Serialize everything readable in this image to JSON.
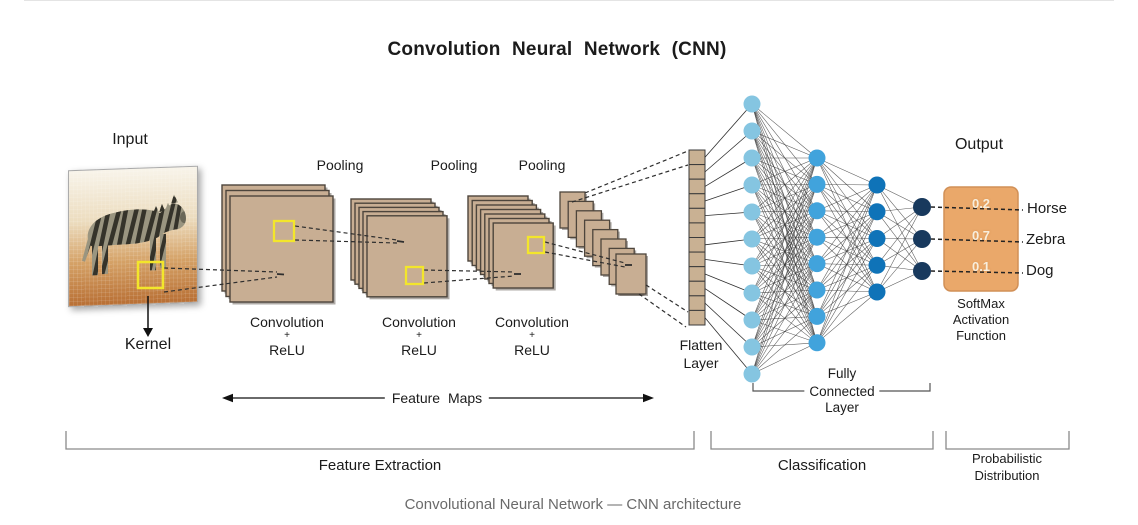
{
  "title": "Convolution Neural Network (CNN)",
  "caption": "Convolutional Neural Network — CNN architecture",
  "input": {
    "label": "Input",
    "kernel_label": "Kernel"
  },
  "feature_extraction": {
    "pooling": [
      "Pooling",
      "Pooling",
      "Pooling"
    ],
    "conv_relu": [
      {
        "l1": "Convolution",
        "plus": "+",
        "l2": "ReLU"
      },
      {
        "l1": "Convolution",
        "plus": "+",
        "l2": "ReLU"
      },
      {
        "l1": "Convolution",
        "plus": "+",
        "l2": "ReLU"
      }
    ],
    "feature_maps_label": "Feature Maps",
    "conv_stacks_sheets": [
      3,
      5,
      7
    ],
    "pooled_maps": 9
  },
  "flatten": {
    "label_line1": "Flatten",
    "label_line2": "Layer",
    "cells": 12
  },
  "network": {
    "layers": [
      {
        "name": "hidden-layer-1",
        "nodes": 11,
        "color": "#85c5e1"
      },
      {
        "name": "hidden-layer-2",
        "nodes": 8,
        "color": "#41a3dc"
      },
      {
        "name": "hidden-layer-3",
        "nodes": 5,
        "color": "#0f73b8"
      },
      {
        "name": "output-layer",
        "nodes": 3,
        "color": "#18395d"
      }
    ],
    "fully_connected_label": [
      "Fully",
      "Connected",
      "Layer"
    ]
  },
  "output": {
    "label": "Output",
    "softmax_label": [
      "SoftMax",
      "Activation",
      "Function"
    ],
    "box_color": "#eaa86a",
    "classes": [
      {
        "prob": "0.2",
        "label": "Horse"
      },
      {
        "prob": "0.7",
        "label": "Zebra"
      },
      {
        "prob": "0.1",
        "label": "Dog"
      }
    ]
  },
  "brackets": {
    "feature_extraction": "Feature Extraction",
    "classification": "Classification",
    "probabilistic_line1": "Probabilistic",
    "probabilistic_line2": "Distribution"
  },
  "colors": {
    "sheet": "#c8ae93",
    "sheet_edge": "#4d453c",
    "flatten_cell": "#c9b193",
    "kernel_yellow": "#f3e62b",
    "line_dark": "#2e2e2e",
    "bracket_gray": "#8a8a8a",
    "box_border": "#d19057"
  }
}
